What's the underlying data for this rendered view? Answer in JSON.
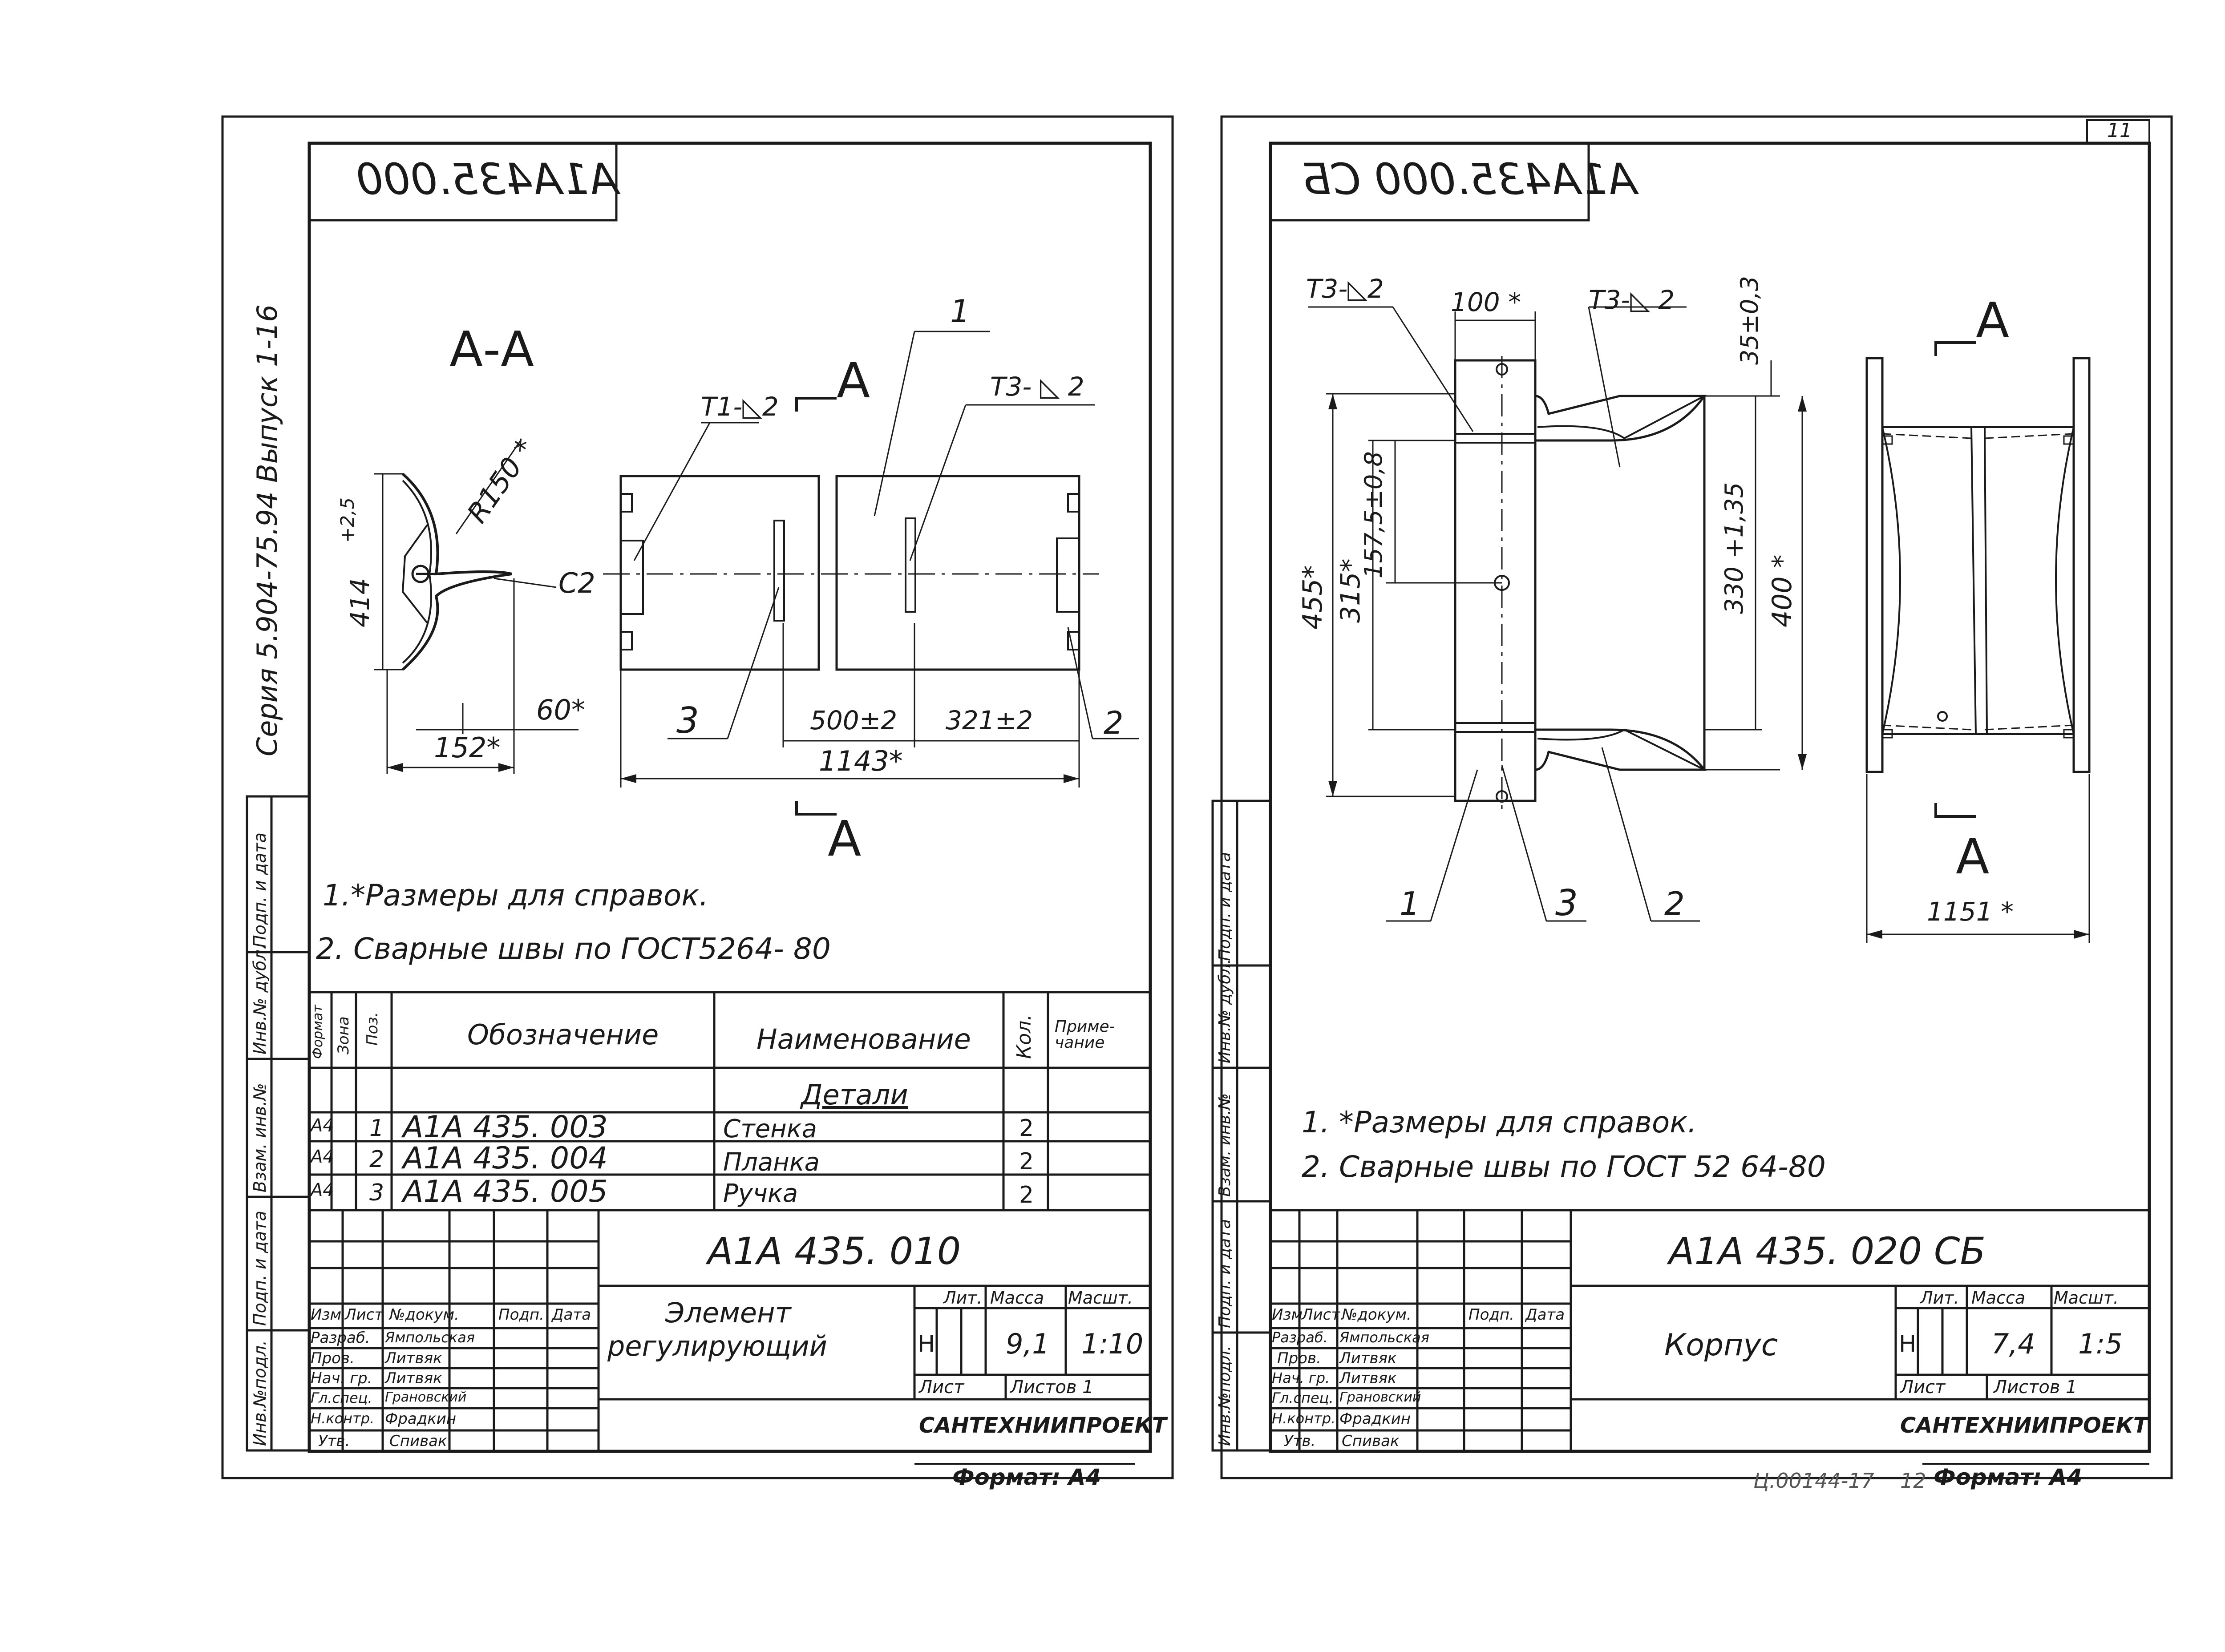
{
  "sheet_number": "11",
  "left_sheet": {
    "mirrored_code": "A1A435.000",
    "series_label": "Серия 5.904-75.94 Выпуск 1-16",
    "section_label": "А-А",
    "section_mark": "А",
    "dims": {
      "r150": "R150 *",
      "h414": "414",
      "tol25": "+2,5",
      "c2": "C2",
      "d60": "60*",
      "d152": "152*",
      "d500": "500±2",
      "d321": "321±2",
      "d1143": "1143*"
    },
    "welds": {
      "t1": "T1-◺2",
      "t3": "T3- ◺ 2"
    },
    "callouts": {
      "p1": "1",
      "p2": "2",
      "p3": "3"
    },
    "notes": [
      "1.*Размеры для справок.",
      "2. Сварные швы по ГОСТ5264- 80"
    ],
    "side_stamp": [
      "Подп. и дата",
      "Инв.№ дубл.",
      "Взам. инв.№",
      "Подп. и дата",
      "Инв.№подл."
    ],
    "spec_headers": {
      "format": "Формат",
      "zone": "Зона",
      "pos": "Поз.",
      "designation": "Обозначение",
      "name": "Наименование",
      "qty": "Кол.",
      "note": "Приме-чание"
    },
    "spec_section": "Детали",
    "spec_rows": [
      {
        "format": "А4",
        "pos": "1",
        "designation": "A1A 435. 003",
        "name": "Стенка",
        "qty": "2"
      },
      {
        "format": "А4",
        "pos": "2",
        "designation": "A1A 435. 004",
        "name": "Планка",
        "qty": "2"
      },
      {
        "format": "А4",
        "pos": "3",
        "designation": "A1A 435. 005",
        "name": "Ручка",
        "qty": "2"
      }
    ],
    "title_block": {
      "code": "A1A 435. 010",
      "name_line1": "Элемент",
      "name_line2": "регулирующий",
      "lit_label": "Лит.",
      "mass_label": "Масса",
      "scale_label": "Масшт.",
      "lit": "Н",
      "mass": "9,1",
      "scale": "1:10",
      "sheet_label": "Лист",
      "sheets_label": "Листов 1",
      "org": "САНТЕХНИИПРОЕКТ",
      "head": [
        "Изм",
        "Лист",
        "№докум.",
        "Подп.",
        "Дата"
      ],
      "staff": [
        {
          "role": "Разраб.",
          "name": "Ямпольская"
        },
        {
          "role": "Пров.",
          "name": "Литвяк"
        },
        {
          "role": "Нач. гр.",
          "name": "Литвяк"
        },
        {
          "role": "Гл.спец.",
          "name": "Грановский"
        },
        {
          "role": "Н.контр.",
          "name": "Фрадкин"
        },
        {
          "role": "Утв.",
          "name": "Спивак"
        }
      ]
    },
    "format_label": "Формат: А4"
  },
  "right_sheet": {
    "mirrored_code": "A1A435.000 СБ",
    "section_mark": "А",
    "dims": {
      "d100": "100 *",
      "d35": "35±0,3",
      "d455": "455*",
      "d315": "315*",
      "d1575": "157,5±0,8",
      "d330": "330 +1,35",
      "d400": "400 *",
      "d1151": "1151 *"
    },
    "welds": {
      "t3a": "T3-◺2",
      "t3b": "T3-◺ 2"
    },
    "callouts": {
      "p1": "1",
      "p2": "2",
      "p3": "3"
    },
    "notes": [
      "1. *Размеры для справок.",
      "2. Сварные швы по ГОСТ 52 64-80"
    ],
    "side_stamp": [
      "Подп. и дата",
      "Инв.№ дубл.",
      "Взам. инв.№",
      "Подп. и дата",
      "Инв.№подл."
    ],
    "title_block": {
      "code": "A1A 435. 020 СБ",
      "name": "Корпус",
      "lit_label": "Лит.",
      "mass_label": "Масса",
      "scale_label": "Масшт.",
      "lit": "Н",
      "mass": "7,4",
      "scale": "1:5",
      "sheet_label": "Лист",
      "sheets_label": "Листов 1",
      "org": "САНТЕХНИИПРОЕКТ",
      "head": [
        "Изм",
        "Лист",
        "№докум.",
        "Подп.",
        "Дата"
      ],
      "staff": [
        {
          "role": "Разраб.",
          "name": "Ямпольская"
        },
        {
          "role": "Пров.",
          "name": "Литвяк"
        },
        {
          "role": "Нач. гр.",
          "name": "Литвяк"
        },
        {
          "role": "Гл.спец.",
          "name": "Грановский"
        },
        {
          "role": "Н.контр.",
          "name": "Фрадкин"
        },
        {
          "role": "Утв.",
          "name": "Спивак"
        }
      ]
    },
    "footer_code": "Ц.00144-17",
    "footer_page": "12",
    "format_label": "Формат: А4"
  }
}
